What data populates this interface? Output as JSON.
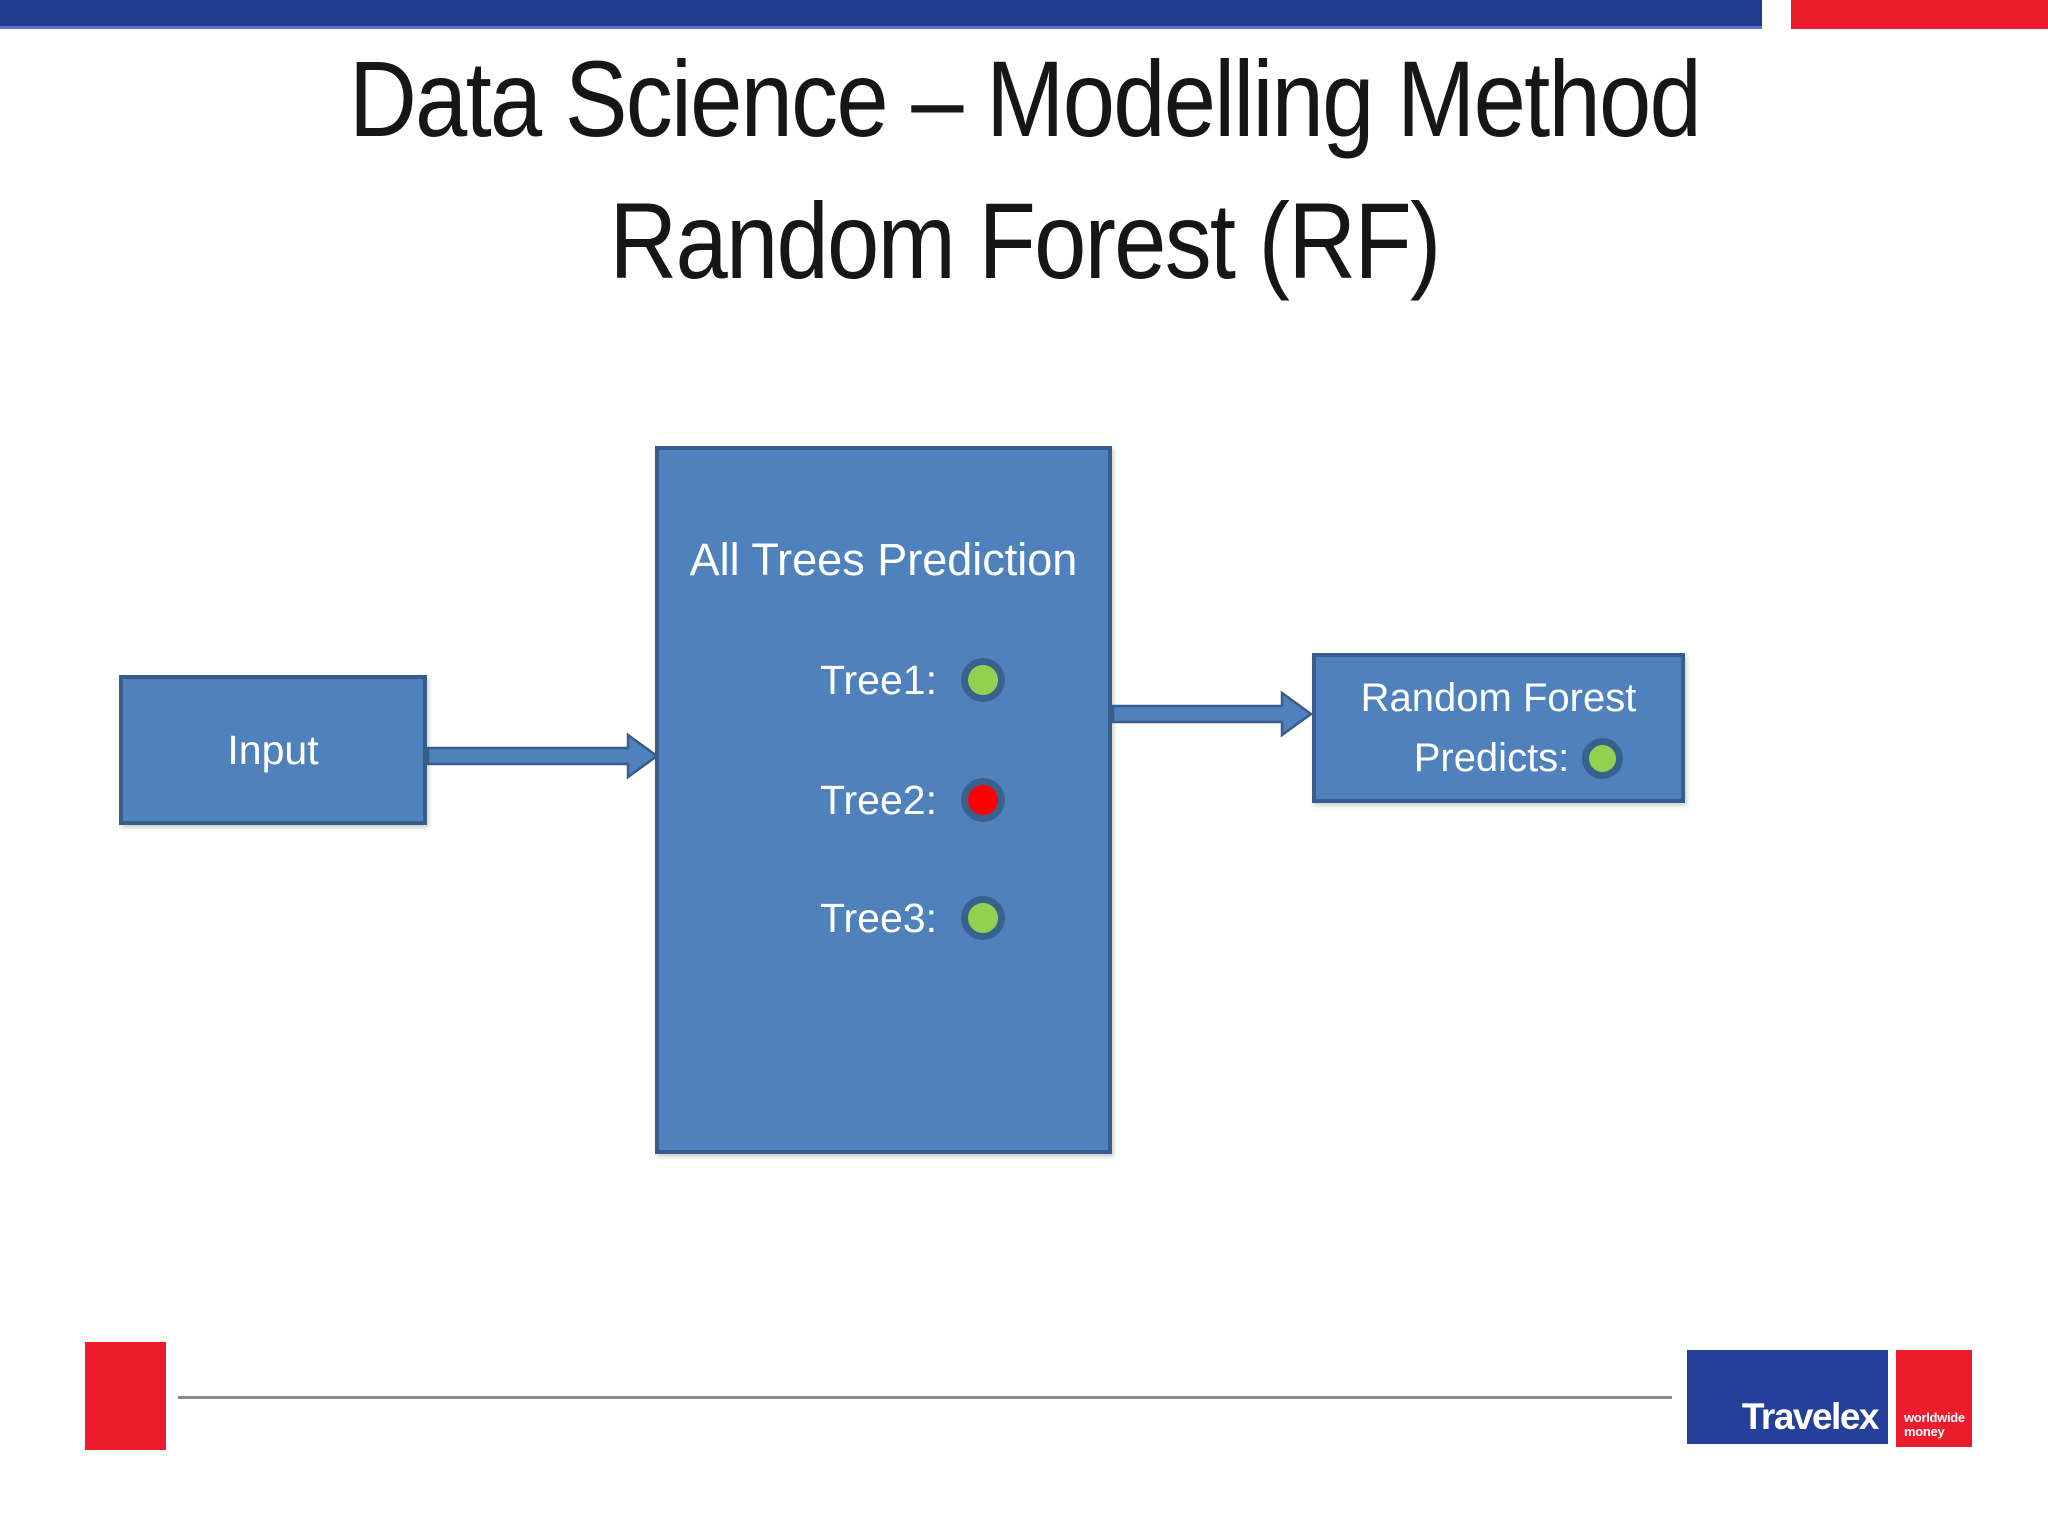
{
  "title": {
    "line1": "Data Science – Modelling Method",
    "line2": "Random Forest (RF)"
  },
  "diagram": {
    "input_box": {
      "label": "Input"
    },
    "all_trees_box": {
      "title": "All Trees Prediction",
      "trees": [
        {
          "label": "Tree1:",
          "dot_color": "#92D050"
        },
        {
          "label": "Tree2:",
          "dot_color": "#FF0000"
        },
        {
          "label": "Tree3:",
          "dot_color": "#92D050"
        }
      ]
    },
    "output_box": {
      "line1": "Random Forest",
      "line2": "Predicts:",
      "dot_color": "#92D050"
    },
    "colors": {
      "box_fill": "#4F81BD",
      "box_border": "#385D8A",
      "dot_ring": "#38618E"
    }
  },
  "footer": {
    "brand": "Travelex",
    "tagline": [
      "worldwide",
      "money"
    ]
  },
  "theme": {
    "top_bar_blue": "#203C8E",
    "brand_red": "#ED1C2D",
    "logo_blue": "#24409A",
    "divider_gray": "#898989"
  }
}
